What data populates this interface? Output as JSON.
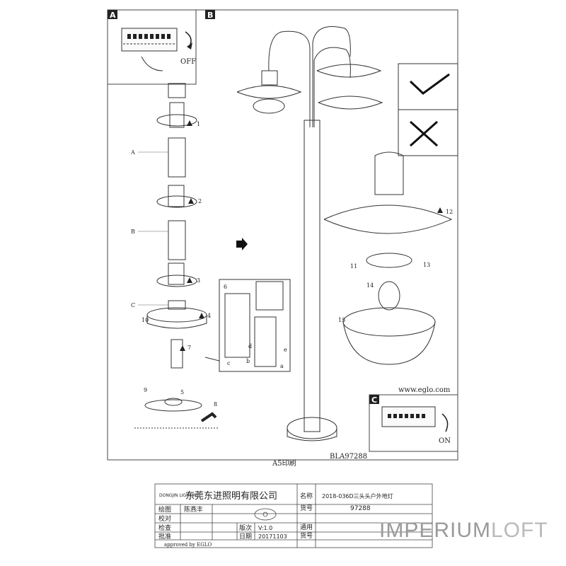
{
  "panels": {
    "A": "A",
    "B": "B",
    "C": "C"
  },
  "switch_off_label": "OFF",
  "switch_on_label": "ON",
  "parts": {
    "part_a": "A",
    "part_b": "B",
    "part_c": "C"
  },
  "steps": [
    "1",
    "2",
    "3",
    "4",
    "5",
    "6",
    "7",
    "8",
    "9",
    "10",
    "11",
    "12",
    "13",
    "14",
    "15"
  ],
  "wiring_letters": [
    "a",
    "b",
    "c",
    "d",
    "e"
  ],
  "website": "www.eglo.com",
  "doc_code": "BLA97288",
  "print_size": "A5印刷",
  "title_block": {
    "company": "东莞东进照明有限公司",
    "logo_text": "DONGJIN LIGHTING",
    "name_label": "名称",
    "name_value": "2018-036D三头头户外地灯",
    "drawing_label": "绘图",
    "drawing_value": "陈燕丰",
    "check1_label": "校对",
    "check2_label": "检查",
    "approve_label": "批准",
    "item_no_label": "货号",
    "item_no_value": "97288",
    "version_label": "版次",
    "version_value": "V:1.0",
    "date_label": "日期",
    "date_value": "20171103",
    "common_label": "通用",
    "common_label2": "货号",
    "approved_by": "approved by EGLO"
  },
  "watermark": {
    "part1": "IMPERIUM",
    "part2": "LOFT"
  }
}
